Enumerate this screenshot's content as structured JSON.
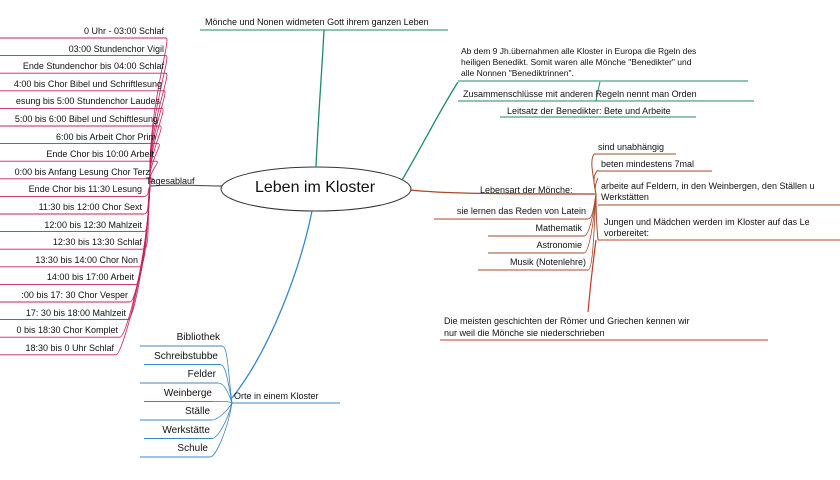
{
  "center": {
    "title": "Leben im Kloster"
  },
  "top_note": "Mönche und Nonen widmeten Gott ihrem ganzen Leben",
  "tagesablauf": {
    "label": "Tagesablauf",
    "items": [
      "0 Uhr - 03:00 Schlaf",
      "03:00 Stundenchor Vigil",
      "Ende Stundenchor bis 04:00 Schlaf",
      "4:00 bis Chor Bibel und Schriftlesung",
      "esung bis 5:00 Stundenchor Laudes",
      "5:00 bis 6:00 Bibel und Schiftlesung",
      "6:00 bis Arbeit Chor Prim",
      "Ende Chor bis 10:00 Arbeit",
      "0:00 bis Anfang Lesung Chor Terz",
      "Ende Chor bis 11:30 Lesung",
      "11:30 bis 12:00 Chor Sext",
      "12:00 bis 12:30 Mahlzeit",
      "12:30 bis 13:30 Schlaf",
      "13:30 bis 14:00 Chor Non",
      "14:00 bis 17:00 Arbeit",
      ":00 bis 17: 30 Chor Vesper",
      "17: 30 bis 18:00 Mahlzeit",
      "0 bis 18:30 Chor Komplet",
      "18:30 bis 0 Uhr Schlaf"
    ]
  },
  "orte": {
    "label": "Orte in einem Kloster",
    "items": [
      "Bibliothek",
      "Schreibstubbe",
      "Felder",
      "Weinberge",
      "Ställe",
      "Werkstätte",
      "Schule"
    ]
  },
  "right_top": {
    "note_lines": [
      "Ab dem 9 Jh.übernahmen alle Kloster in Europa die Rgeln des",
      "heiligen Benedikt. Somit waren alle Mönche \"Benedikter\" und",
      "alle Nonnen \"Benediktrinnen\"."
    ],
    "orden": "Zusammenschlüsse mit anderen Regeln nennt man Orden",
    "leitsatz": "Leitsatz der Benedikter: Bete und Arbeite"
  },
  "lebensart": {
    "label": "Lebensart der Mönche:",
    "items": [
      "sind unabhängig",
      "beten mindestens 7mal",
      "arbeite auf Feldern, in den Weinbergen, den Ställen u",
      "Werkstätten"
    ],
    "jungen_lines": [
      "Jungen und Mädchen werden im Kloster auf das Le",
      "vorbereitet:"
    ],
    "subjects": [
      "sie lernen das Reden von Latein",
      "Mathematik",
      "Astronomie",
      "Musik (Notenlehre)"
    ]
  },
  "bottom_note_lines": [
    "Die meisten geschichten der Römer und Griechen kennen wir",
    "nur weil die Mönche sie niederschrieben"
  ],
  "colors": {
    "tagesablauf": "#c8205a",
    "orte": "#3a86c8",
    "top": "#1f8a6b",
    "lebensart": "#a84a2a",
    "bottom": "#c0392b"
  }
}
